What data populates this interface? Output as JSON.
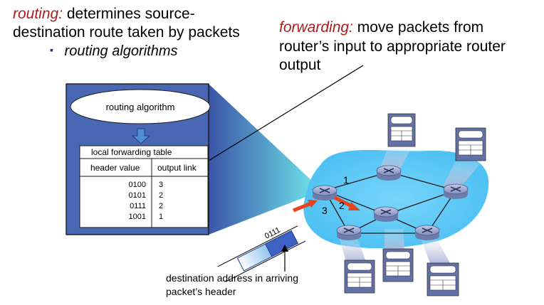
{
  "routing_text": {
    "term": "routing:",
    "line1": " determines source-",
    "line2": "destination route taken by packets"
  },
  "bullet": {
    "marker": "▪",
    "text": "routing algorithms"
  },
  "forwarding_text": {
    "term": "forwarding:",
    "line1": " move packets from",
    "line2": "router’s input to appropriate router",
    "line3": "output"
  },
  "router_box": {
    "algorithm_label": "routing algorithm",
    "table_title": "local forwarding table",
    "col_header": "header value",
    "col_link": "output link",
    "rows": [
      {
        "header": "0100",
        "link": "3"
      },
      {
        "header": "0101",
        "link": "2"
      },
      {
        "header": "0111",
        "link": "2"
      },
      {
        "header": "1001",
        "link": "1"
      }
    ]
  },
  "packet": {
    "header_bits": "0111"
  },
  "caption": {
    "line1": "destination address in arriving",
    "line2": "packet’s header"
  },
  "link_labels": {
    "l1": "1",
    "l2": "2",
    "l3": "3"
  },
  "colors": {
    "red_term": "#a81e1e",
    "box_blue": "#4a67b3",
    "network_cloud": "#5bc8f5",
    "arrow_orange": "#e8431c",
    "router_fill": "#8f9cc4"
  }
}
